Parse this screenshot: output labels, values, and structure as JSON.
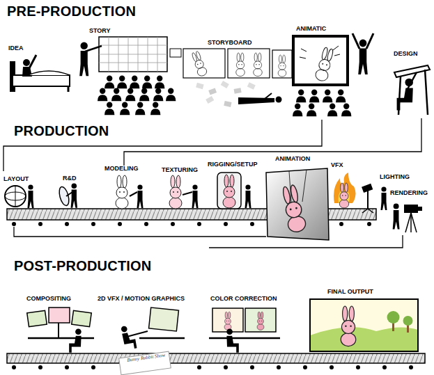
{
  "diagram": {
    "labels": [
      "PRE-PRODUCTION",
      "IDEA",
      "STORY",
      "STORYBOARD",
      "ANIMATIC",
      "DESIGN",
      "PRODUCTION",
      "LAYOUT",
      "R&D",
      "MODELING",
      "TEXTURING",
      "RIGGING/SETUP",
      "ANIMATION",
      "VFX",
      "LIGHTING",
      "RENDERING",
      "POST-PRODUCTION",
      "COMPOSITING",
      "2D VFX / MOTION GRAPHICS",
      "COLOR CORRECTION",
      "FINAL OUTPUT",
      "Bunny Rabbit Show"
    ]
  }
}
